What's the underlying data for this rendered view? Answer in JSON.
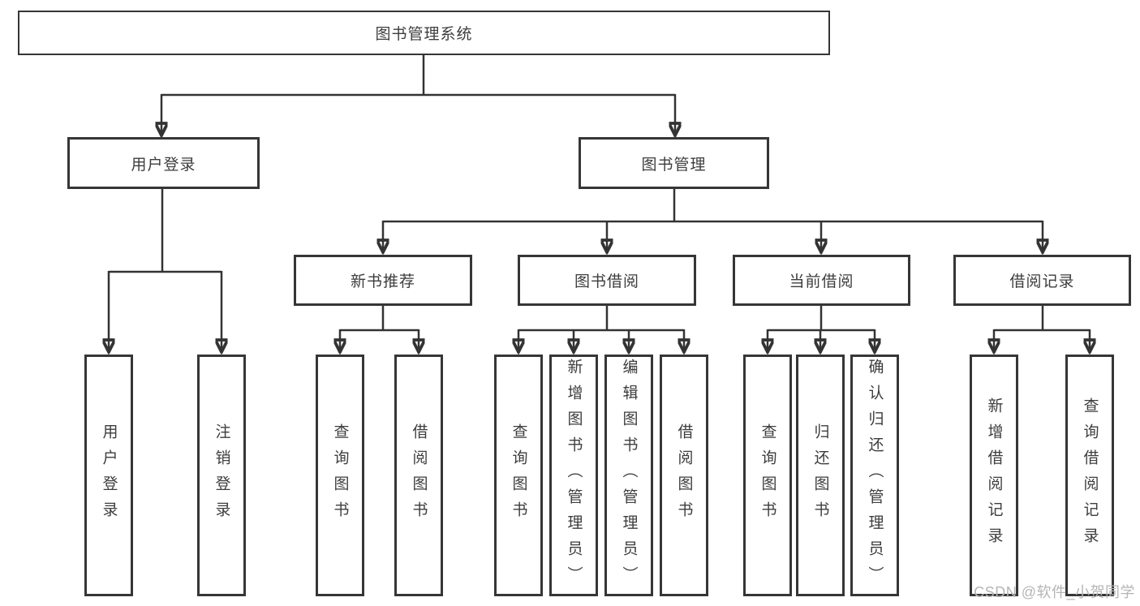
{
  "diagram": {
    "type": "tree",
    "title": "图书管理系统",
    "watermark": "CSDN @软件_小贺同学",
    "colors": {
      "background": "#ffffff",
      "line": "#333333",
      "box_border": "#363636",
      "text": "#3d3d3d",
      "watermark": "#b5b5b5"
    },
    "nodes": {
      "root": "图书管理系统",
      "user_login": "用户登录",
      "book_mgmt": "图书管理",
      "login": "用户登录",
      "logout": "注销登录",
      "new_book": "新书推荐",
      "borrow": "图书借阅",
      "current": "当前借阅",
      "record": "借阅记录",
      "new_book_query": "查询图书",
      "new_book_borrow": "借阅图书",
      "borrow_query": "查询图书",
      "borrow_add": "新增图书（管理员）",
      "borrow_edit": "编辑图书（管理员）",
      "borrow_do": "借阅图书",
      "current_query": "查询图书",
      "current_return": "归还图书",
      "current_confirm": "确认归还（管理员）",
      "record_add": "新增借阅记录",
      "record_query": "查询借阅记录"
    },
    "edges": [
      [
        "root",
        "user_login"
      ],
      [
        "root",
        "book_mgmt"
      ],
      [
        "user_login",
        "login"
      ],
      [
        "user_login",
        "logout"
      ],
      [
        "book_mgmt",
        "new_book"
      ],
      [
        "book_mgmt",
        "borrow"
      ],
      [
        "book_mgmt",
        "current"
      ],
      [
        "book_mgmt",
        "record"
      ],
      [
        "new_book",
        "new_book_query"
      ],
      [
        "new_book",
        "new_book_borrow"
      ],
      [
        "borrow",
        "borrow_query"
      ],
      [
        "borrow",
        "borrow_add"
      ],
      [
        "borrow",
        "borrow_edit"
      ],
      [
        "borrow",
        "borrow_do"
      ],
      [
        "current",
        "current_query"
      ],
      [
        "current",
        "current_return"
      ],
      [
        "current",
        "current_confirm"
      ],
      [
        "record",
        "record_add"
      ],
      [
        "record",
        "record_query"
      ]
    ]
  }
}
